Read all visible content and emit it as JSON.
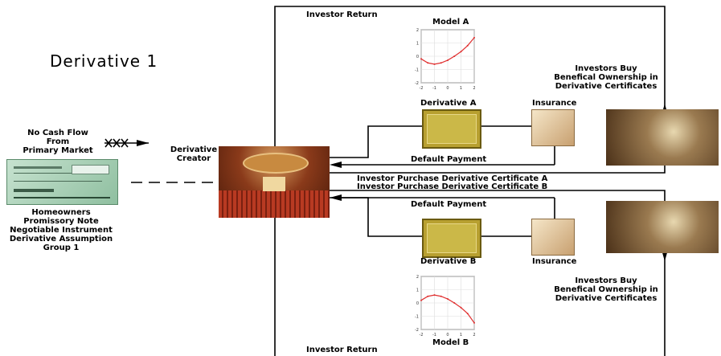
{
  "title": "Derivative 1",
  "labels": {
    "investor_return_top": "Investor Return",
    "investor_return_bottom": "Investor Return",
    "model_a": "Model A",
    "model_b": "Model B",
    "derivative_a": "Derivative A",
    "derivative_b": "Derivative B",
    "insurance_a": "Insurance",
    "insurance_b": "Insurance",
    "default_payment_a": "Default Payment",
    "default_payment_b": "Default Payment",
    "purchase_a": "Investor Purchase Derivative Certificate A",
    "purchase_b": "Investor Purchase Derivative Certificate B",
    "derivative_creator": [
      "Derivative",
      "Creator"
    ],
    "no_cash_flow": [
      "No Cash Flow",
      "From",
      "Primary Market"
    ],
    "homeowners": [
      "Homeowners",
      "Promissory Note",
      "Negotiable Instrument",
      "Derivative Assumption",
      "Group 1"
    ],
    "investors_top": [
      "Investors Buy",
      "Benefical Ownership in",
      "Derivative Certificates"
    ],
    "investors_bottom": [
      "Investors Buy",
      "Benefical Ownership in",
      "Derivative Certificates"
    ]
  },
  "plots": {
    "model_a": {
      "x_ticks": [
        "-2",
        "-1",
        "0",
        "1",
        "2"
      ],
      "y_ticks": [
        "2",
        "1",
        "0",
        "-1",
        "-2"
      ],
      "curve": [
        [
          -2,
          -0.2
        ],
        [
          -1.5,
          -0.5
        ],
        [
          -1,
          -0.6
        ],
        [
          -0.5,
          -0.5
        ],
        [
          0,
          -0.3
        ],
        [
          0.5,
          0
        ],
        [
          1,
          0.35
        ],
        [
          1.5,
          0.8
        ],
        [
          2,
          1.4
        ]
      ]
    },
    "model_b": {
      "x_ticks": [
        "-2",
        "-1",
        "0",
        "1",
        "2"
      ],
      "y_ticks": [
        "2",
        "1",
        "0",
        "-1",
        "-2"
      ],
      "curve": [
        [
          -2,
          0.2
        ],
        [
          -1.5,
          0.5
        ],
        [
          -1,
          0.6
        ],
        [
          -0.5,
          0.5
        ],
        [
          0,
          0.3
        ],
        [
          0.5,
          0
        ],
        [
          1,
          -0.35
        ],
        [
          1.5,
          -0.8
        ],
        [
          2,
          -1.5
        ]
      ]
    }
  },
  "colors": {
    "line": "#000000",
    "curve": "#e03030",
    "certificate_gold": "#b8a030",
    "theater_red": "#a83a20",
    "coins_brown": "#6b4a2a",
    "check_green": "#9cc8a8"
  }
}
